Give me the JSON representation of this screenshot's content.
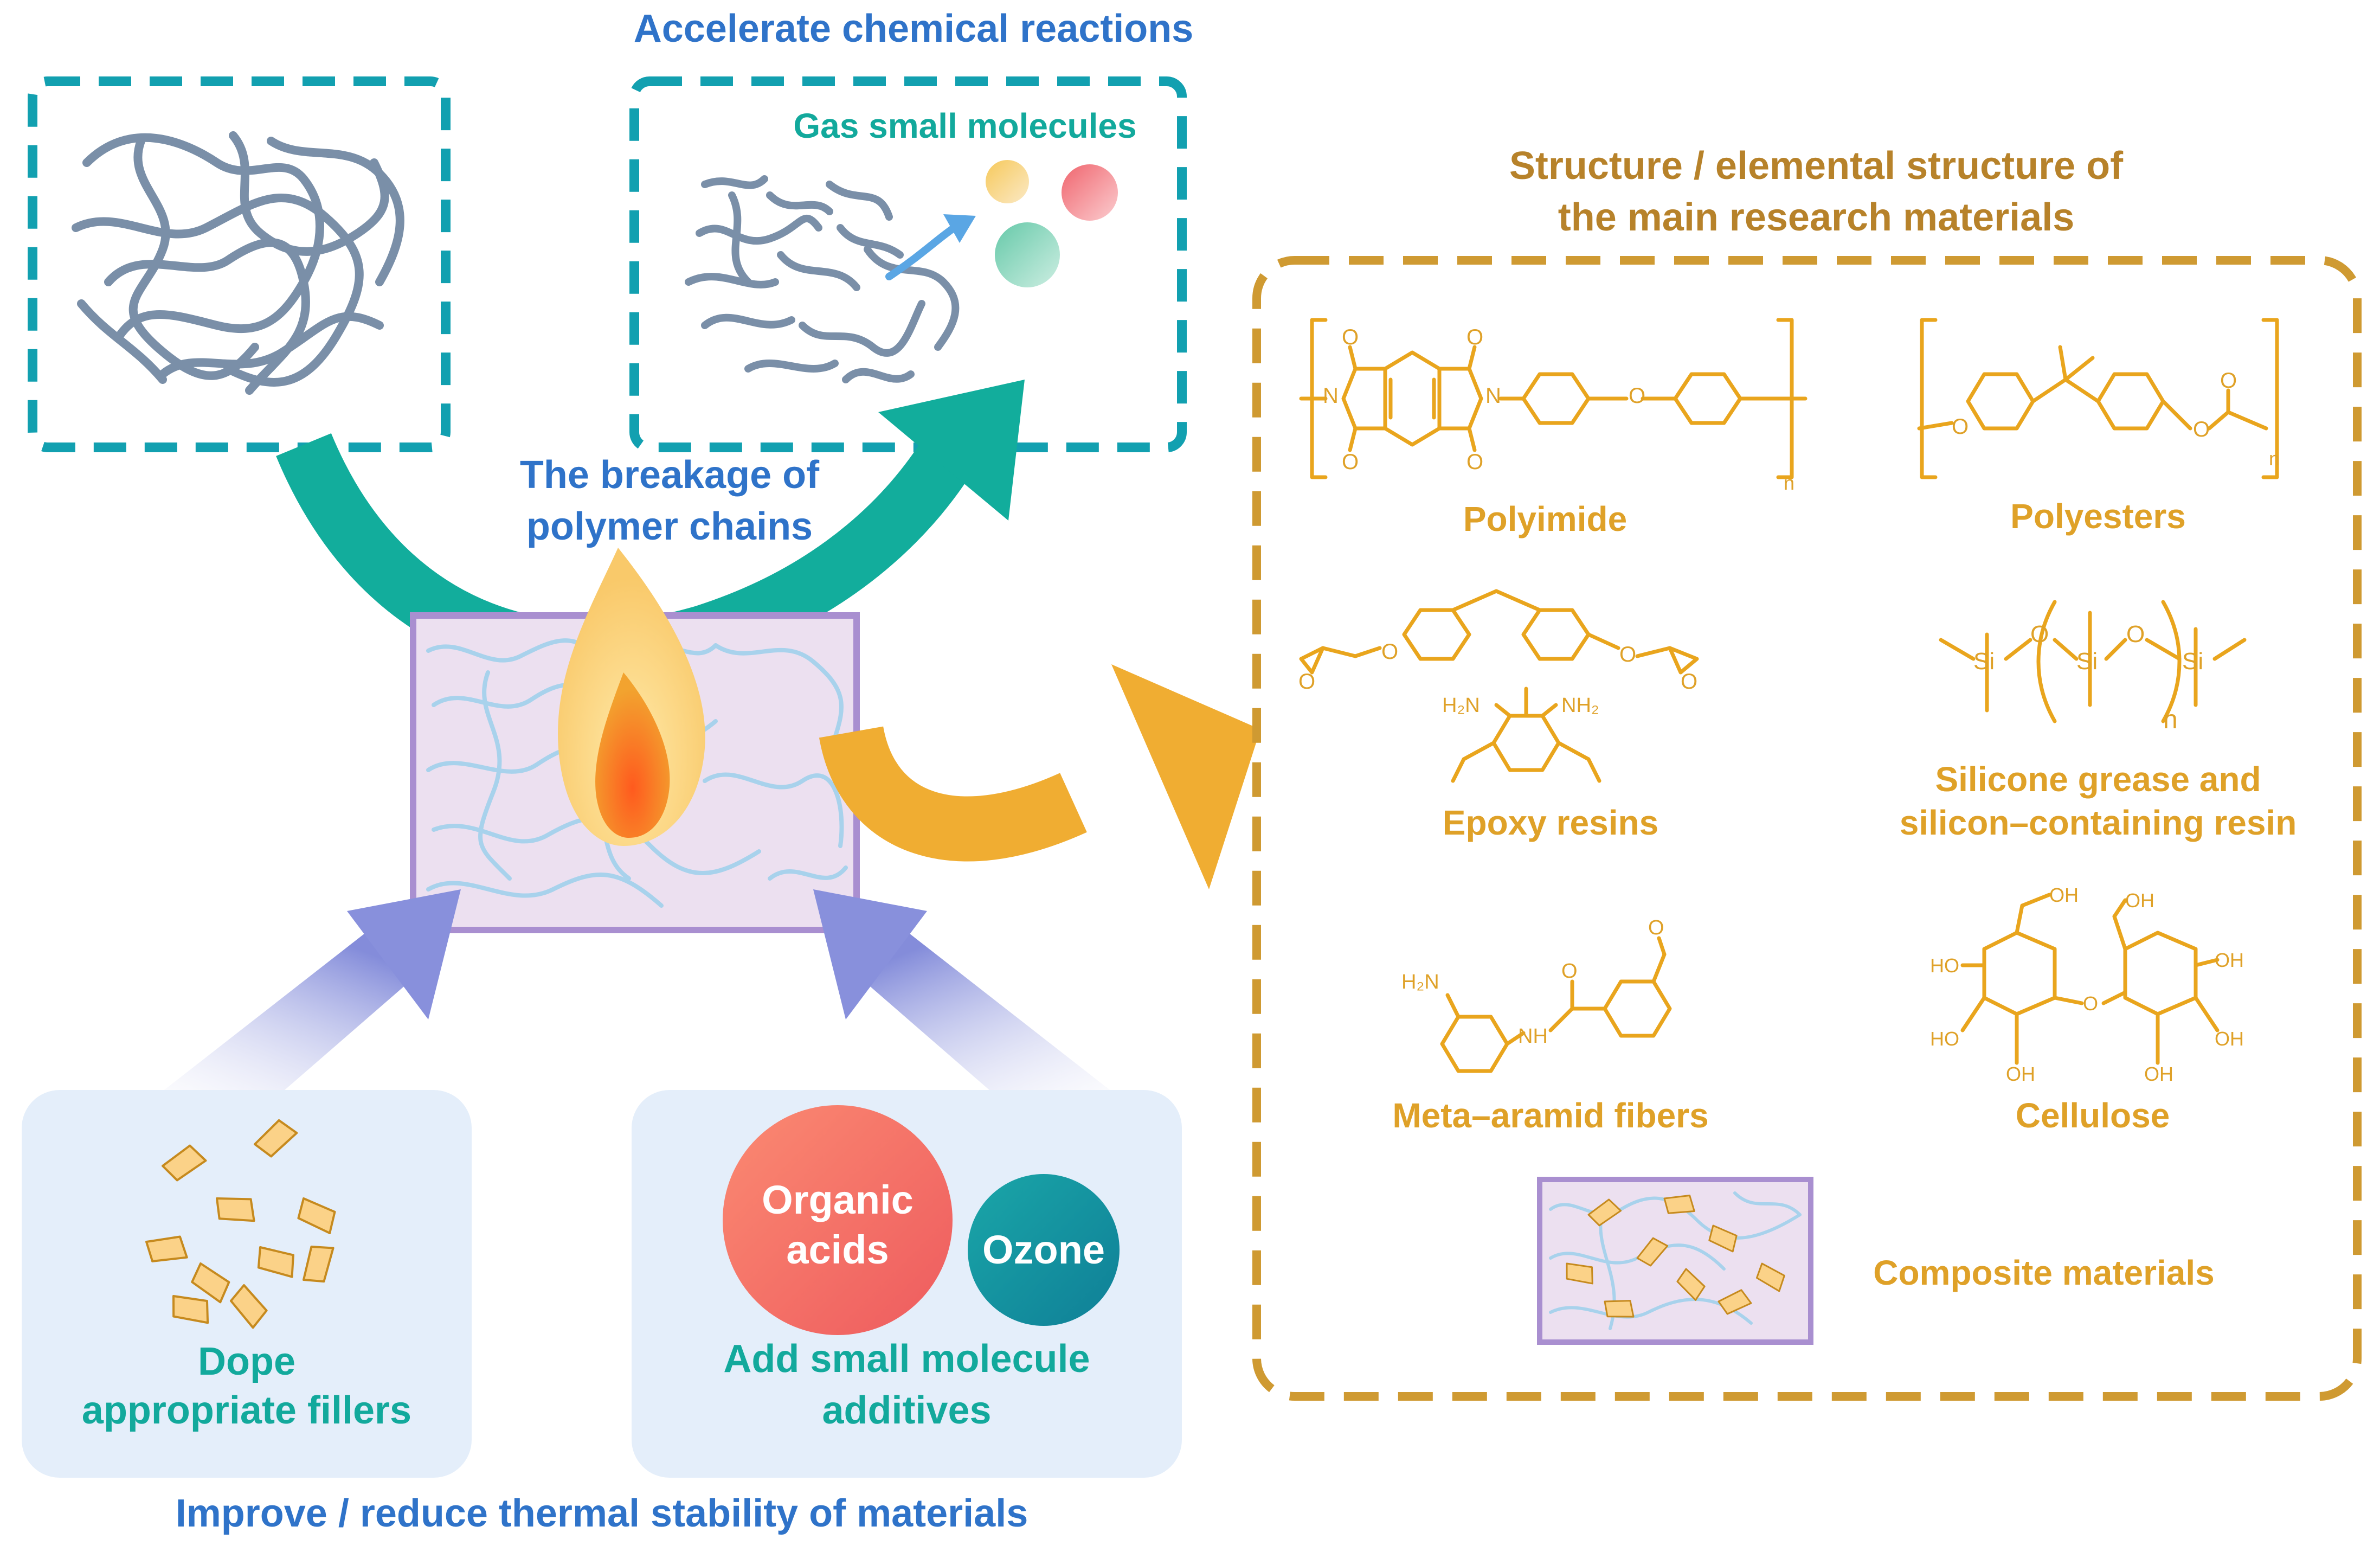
{
  "top": {
    "accelerate_title": "Accelerate chemical reactions",
    "gas_label": "Gas small molecules",
    "breakage_line1": "The breakage of",
    "breakage_line2": "polymer chains"
  },
  "bottom": {
    "improve_title": "Improve / reduce thermal stability of materials",
    "dope_line1": "Dope",
    "dope_line2": "appropriate fillers",
    "add_line1": "Add small molecule",
    "add_line2": "additives",
    "organic_line1": "Organic",
    "organic_line2": "acids",
    "ozone": "Ozone"
  },
  "materials": {
    "title_line1": "Structure / elemental structure of",
    "title_line2": "the main research materials",
    "polyimide": "Polyimide",
    "polyesters": "Polyesters",
    "epoxy": "Epoxy resins",
    "silicone_line1": "Silicone grease and",
    "silicone_line2": "silicon–containing resin",
    "aramid": "Meta–aramid fibers",
    "cellulose": "Cellulose",
    "composite": "Composite materials"
  },
  "chem": {
    "o": "O",
    "n": "N",
    "n_sub": "n",
    "si": "Si",
    "h2n": "H₂N",
    "nh2": "NH₂",
    "nh": "NH",
    "oh": "OH",
    "ho": "HO"
  },
  "colors": {
    "teal": "#12a99c",
    "blue": "#2f73c9",
    "gold": "#dfa128",
    "brown": "#b7822a",
    "orange_arrow": "#f0ad32",
    "organic": "#f2706a",
    "ozone": "#1493a2",
    "panel_bg": "#e4eefa"
  },
  "icons": [
    "flame-icon",
    "filler-flakes-icon",
    "polymer-network-icon"
  ]
}
